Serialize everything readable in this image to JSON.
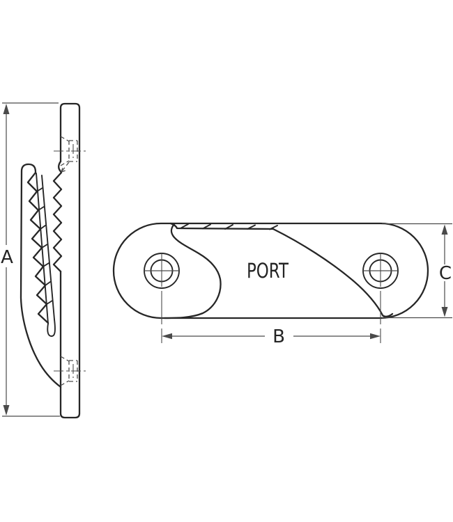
{
  "page": {
    "background": "#ffffff"
  },
  "drawing": {
    "line_color": "#262626",
    "dim_color": "#4a4a4a",
    "labels": {
      "a": "A",
      "b": "B",
      "c": "C"
    },
    "engraving": "PORT"
  }
}
